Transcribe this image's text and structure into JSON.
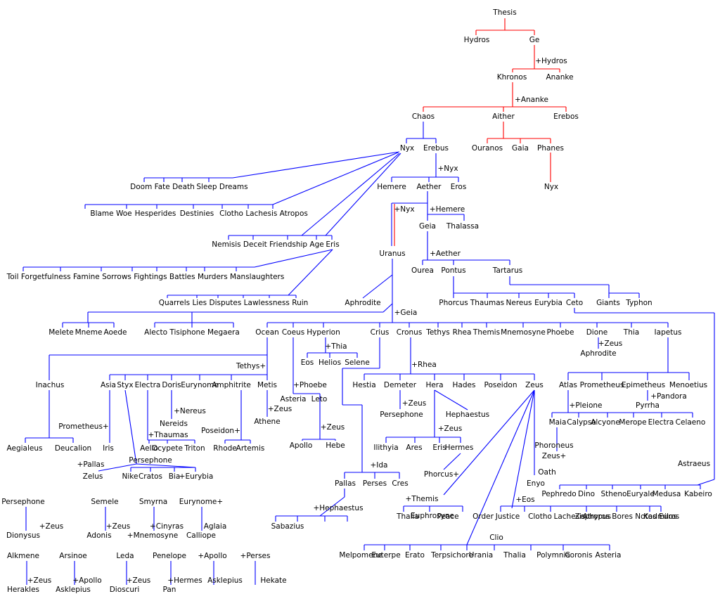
{
  "colors": {
    "primordial": "#ff0000",
    "divine": "#0000ff",
    "text": "#000000"
  },
  "nodes": [
    {
      "label": "Thesis",
      "k": "red"
    },
    {
      "label": "Hydros",
      "k": "red"
    },
    {
      "label": "Ge",
      "k": "red"
    },
    {
      "label": "+Hydros",
      "k": "red"
    },
    {
      "label": "Khronos",
      "k": "red"
    },
    {
      "label": "Ananke",
      "k": "red"
    },
    {
      "label": "+Ananke",
      "k": "red"
    },
    {
      "label": "Chaos",
      "k": "red"
    },
    {
      "label": "Aither",
      "k": "red"
    },
    {
      "label": "Erebos",
      "k": "red"
    },
    {
      "label": "Ouranos",
      "k": "red"
    },
    {
      "label": "Gaia",
      "k": "red"
    },
    {
      "label": "Phanes",
      "k": "red"
    },
    {
      "label": "Nyx",
      "k": "red"
    },
    {
      "label": "Nyx",
      "k": "blue"
    },
    {
      "label": "Erebus",
      "k": "blue"
    },
    {
      "label": "+Nyx",
      "k": "blue"
    },
    {
      "label": "Doom Fate Death",
      "k": "blue"
    },
    {
      "label": "Sleep Dreams",
      "k": "blue"
    },
    {
      "label": "Hemere",
      "k": "blue"
    },
    {
      "label": "Aether",
      "k": "blue"
    },
    {
      "label": "Eros",
      "k": "blue"
    },
    {
      "label": "Blame Woe",
      "k": "blue"
    },
    {
      "label": "Hesperides",
      "k": "blue"
    },
    {
      "label": "Destinies",
      "k": "blue"
    },
    {
      "label": "Clotho Lachesis Atropos",
      "k": "blue"
    },
    {
      "label": "+Nyx",
      "k": "blue"
    },
    {
      "label": "+Hemere",
      "k": "blue"
    },
    {
      "label": "Geia",
      "k": "blue"
    },
    {
      "label": "Thalassa",
      "k": "blue"
    },
    {
      "label": "Nemisis Deceit Friendship Age",
      "k": "blue"
    },
    {
      "label": "Eris",
      "k": "blue"
    },
    {
      "label": "Uranus",
      "k": "blue"
    },
    {
      "label": "+Aether",
      "k": "blue"
    },
    {
      "label": "Toil Forgetfulness Famine Sorrows Fightings Battles Murders Manslaughters",
      "k": "blue"
    },
    {
      "label": "Ourea",
      "k": "blue"
    },
    {
      "label": "Pontus",
      "k": "blue"
    },
    {
      "label": "Tartarus",
      "k": "blue"
    },
    {
      "label": "Aphrodite",
      "k": "blue"
    },
    {
      "label": "Quarrels Lies Disputes Lawlessness Ruin",
      "k": "blue"
    },
    {
      "label": "Phorcus",
      "k": "blue"
    },
    {
      "label": "Thaumas",
      "k": "blue"
    },
    {
      "label": "Nereus",
      "k": "blue"
    },
    {
      "label": "Eurybia",
      "k": "blue"
    },
    {
      "label": "Ceto",
      "k": "blue"
    },
    {
      "label": "Giants",
      "k": "blue"
    },
    {
      "label": "Typhon",
      "k": "blue"
    },
    {
      "label": "+Geia",
      "k": "blue"
    },
    {
      "label": "Melete",
      "k": "blue"
    },
    {
      "label": "Mneme",
      "k": "blue"
    },
    {
      "label": "Aoede",
      "k": "blue"
    },
    {
      "label": "Alecto Tisiphone Megaera",
      "k": "blue"
    },
    {
      "label": "Ocean",
      "k": "blue"
    },
    {
      "label": "Coeus",
      "k": "blue"
    },
    {
      "label": "Hyperion",
      "k": "blue"
    },
    {
      "label": "Crius",
      "k": "blue"
    },
    {
      "label": "Cronus",
      "k": "blue"
    },
    {
      "label": "Tethys",
      "k": "blue"
    },
    {
      "label": "Rhea",
      "k": "blue"
    },
    {
      "label": "Themis",
      "k": "blue"
    },
    {
      "label": "Mnemosyne",
      "k": "blue"
    },
    {
      "label": "Phoebe",
      "k": "blue"
    },
    {
      "label": "Dione",
      "k": "blue"
    },
    {
      "label": "Thia",
      "k": "blue"
    },
    {
      "label": "Iapetus",
      "k": "blue"
    },
    {
      "label": "+Thia",
      "k": "blue"
    },
    {
      "label": "+Zeus",
      "k": "blue"
    },
    {
      "label": "Aphrodite",
      "k": "blue"
    },
    {
      "label": "Eos",
      "k": "blue"
    },
    {
      "label": "Helios",
      "k": "blue"
    },
    {
      "label": "Selene",
      "k": "blue"
    },
    {
      "label": "Tethys+",
      "k": "blue"
    },
    {
      "label": "+Rhea",
      "k": "blue"
    },
    {
      "label": "Inachus",
      "k": "blue"
    },
    {
      "label": "Asia",
      "k": "blue"
    },
    {
      "label": "Styx",
      "k": "blue"
    },
    {
      "label": "Electra",
      "k": "blue"
    },
    {
      "label": "Doris",
      "k": "blue"
    },
    {
      "label": "Eurynome",
      "k": "blue"
    },
    {
      "label": "Amphitrite",
      "k": "blue"
    },
    {
      "label": "Metis",
      "k": "blue"
    },
    {
      "label": "+Phoebe",
      "k": "blue"
    },
    {
      "label": "Hestia",
      "k": "blue"
    },
    {
      "label": "Demeter",
      "k": "blue"
    },
    {
      "label": "Hera",
      "k": "blue"
    },
    {
      "label": "Hades",
      "k": "blue"
    },
    {
      "label": "Poseidon",
      "k": "blue"
    },
    {
      "label": "Zeus",
      "k": "blue"
    },
    {
      "label": "Atlas",
      "k": "blue"
    },
    {
      "label": "Prometheus",
      "k": "blue"
    },
    {
      "label": "Epimetheus",
      "k": "blue"
    },
    {
      "label": "Menoetius",
      "k": "blue"
    },
    {
      "label": "Asteria",
      "k": "blue"
    },
    {
      "label": "Leto",
      "k": "blue"
    },
    {
      "label": "+Pandora",
      "k": "blue"
    },
    {
      "label": "+Nereus",
      "k": "blue"
    },
    {
      "label": "+Zeus",
      "k": "blue"
    },
    {
      "label": "+Zeus",
      "k": "blue"
    },
    {
      "label": "Persephone",
      "k": "blue"
    },
    {
      "label": "Hephaestus",
      "k": "blue"
    },
    {
      "label": "+Pleione",
      "k": "blue"
    },
    {
      "label": "Pyrrha",
      "k": "blue"
    },
    {
      "label": "Nereids",
      "k": "blue"
    },
    {
      "label": "Athene",
      "k": "blue"
    },
    {
      "label": "Maia",
      "k": "blue"
    },
    {
      "label": "Calypso",
      "k": "blue"
    },
    {
      "label": "Alcyone",
      "k": "blue"
    },
    {
      "label": "Merope",
      "k": "blue"
    },
    {
      "label": "Electra",
      "k": "blue"
    },
    {
      "label": "Celaeno",
      "k": "blue"
    },
    {
      "label": "Prometheus+",
      "k": "blue"
    },
    {
      "label": "+Thaumas",
      "k": "blue"
    },
    {
      "label": "Poseidon+",
      "k": "blue"
    },
    {
      "label": "+Zeus",
      "k": "blue"
    },
    {
      "label": "+Zeus",
      "k": "blue"
    },
    {
      "label": "Phoroneus",
      "k": "blue"
    },
    {
      "label": "Aegialeus",
      "k": "blue"
    },
    {
      "label": "Deucalion",
      "k": "blue"
    },
    {
      "label": "Iris",
      "k": "blue"
    },
    {
      "label": "Aello",
      "k": "blue"
    },
    {
      "label": "Ocypete",
      "k": "blue"
    },
    {
      "label": "Triton",
      "k": "blue"
    },
    {
      "label": "Rhode",
      "k": "blue"
    },
    {
      "label": "Artemis",
      "k": "blue"
    },
    {
      "label": "Apollo",
      "k": "blue"
    },
    {
      "label": "Hebe",
      "k": "blue"
    },
    {
      "label": "Ilithyia",
      "k": "blue"
    },
    {
      "label": "Ares",
      "k": "blue"
    },
    {
      "label": "Eris",
      "k": "blue"
    },
    {
      "label": "Hermes",
      "k": "blue"
    },
    {
      "label": "Zeus+",
      "k": "blue"
    },
    {
      "label": "+Pallas",
      "k": "blue"
    },
    {
      "label": "Persephone",
      "k": "blue"
    },
    {
      "label": "Zelus",
      "k": "blue"
    },
    {
      "label": "Nike",
      "k": "blue"
    },
    {
      "label": "Cratos",
      "k": "blue"
    },
    {
      "label": "Bia",
      "k": "blue"
    },
    {
      "label": "+Eurybia",
      "k": "blue"
    },
    {
      "label": "+Ida",
      "k": "blue"
    },
    {
      "label": "Oath",
      "k": "blue"
    },
    {
      "label": "Phorcus+",
      "k": "blue"
    },
    {
      "label": "Astraeus",
      "k": "blue"
    },
    {
      "label": "Pallas",
      "k": "blue"
    },
    {
      "label": "Perses",
      "k": "blue"
    },
    {
      "label": "Cres",
      "k": "blue"
    },
    {
      "label": "Enyo",
      "k": "blue"
    },
    {
      "label": "Pephredo",
      "k": "blue"
    },
    {
      "label": "Dino",
      "k": "blue"
    },
    {
      "label": "Stheno",
      "k": "blue"
    },
    {
      "label": "Euryale",
      "k": "blue"
    },
    {
      "label": "Medusa",
      "k": "blue"
    },
    {
      "label": "Kabeiro",
      "k": "blue"
    },
    {
      "label": "Persephone",
      "k": "blue"
    },
    {
      "label": "Semele",
      "k": "blue"
    },
    {
      "label": "Smyrna",
      "k": "blue"
    },
    {
      "label": "Eurynome+",
      "k": "blue"
    },
    {
      "label": "+Themis",
      "k": "blue"
    },
    {
      "label": "+Eos",
      "k": "blue"
    },
    {
      "label": "+Hephaestus",
      "k": "blue"
    },
    {
      "label": "+Zeus",
      "k": "blue"
    },
    {
      "label": "+Zeus",
      "k": "blue"
    },
    {
      "label": "+Cinyras",
      "k": "blue"
    },
    {
      "label": "Aglaia",
      "k": "blue"
    },
    {
      "label": "Euphrosyne",
      "k": "blue"
    },
    {
      "label": "Thalia",
      "k": "blue"
    },
    {
      "label": "Peace",
      "k": "blue"
    },
    {
      "label": "Order",
      "k": "blue"
    },
    {
      "label": "Justice",
      "k": "blue"
    },
    {
      "label": "Clotho",
      "k": "blue"
    },
    {
      "label": "Lachesis",
      "k": "blue"
    },
    {
      "label": "Atropus",
      "k": "blue"
    },
    {
      "label": "Zephyros Bores Notos Euros",
      "k": "blue"
    },
    {
      "label": "Kadmilos",
      "k": "blue"
    },
    {
      "label": "Sabazius",
      "k": "blue"
    },
    {
      "label": "Dionysus",
      "k": "blue"
    },
    {
      "label": "Adonis",
      "k": "blue"
    },
    {
      "label": "+Mnemosyne",
      "k": "blue"
    },
    {
      "label": "Calliope",
      "k": "blue"
    },
    {
      "label": "Clio",
      "k": "blue"
    },
    {
      "label": "Melpomene",
      "k": "blue"
    },
    {
      "label": "Euterpe",
      "k": "blue"
    },
    {
      "label": "Erato",
      "k": "blue"
    },
    {
      "label": "Terpsichore",
      "k": "blue"
    },
    {
      "label": "Urania",
      "k": "blue"
    },
    {
      "label": "Thalia",
      "k": "blue"
    },
    {
      "label": "Polymnia",
      "k": "blue"
    },
    {
      "label": "Coronis",
      "k": "blue"
    },
    {
      "label": "Asteria",
      "k": "blue"
    },
    {
      "label": "Alkmene",
      "k": "blue"
    },
    {
      "label": "Arsinoe",
      "k": "blue"
    },
    {
      "label": "Leda",
      "k": "blue"
    },
    {
      "label": "Penelope",
      "k": "blue"
    },
    {
      "label": "+Apollo",
      "k": "blue"
    },
    {
      "label": "+Perses",
      "k": "blue"
    },
    {
      "label": "+Zeus",
      "k": "blue"
    },
    {
      "label": "+Apollo",
      "k": "blue"
    },
    {
      "label": "+Zeus",
      "k": "blue"
    },
    {
      "label": "+Hermes",
      "k": "blue"
    },
    {
      "label": "Asklepius",
      "k": "blue"
    },
    {
      "label": "Hekate",
      "k": "blue"
    },
    {
      "label": "Herakles",
      "k": "blue"
    },
    {
      "label": "Asklepius",
      "k": "blue"
    },
    {
      "label": "Dioscuri",
      "k": "blue"
    },
    {
      "label": "Pan",
      "k": "blue"
    }
  ]
}
